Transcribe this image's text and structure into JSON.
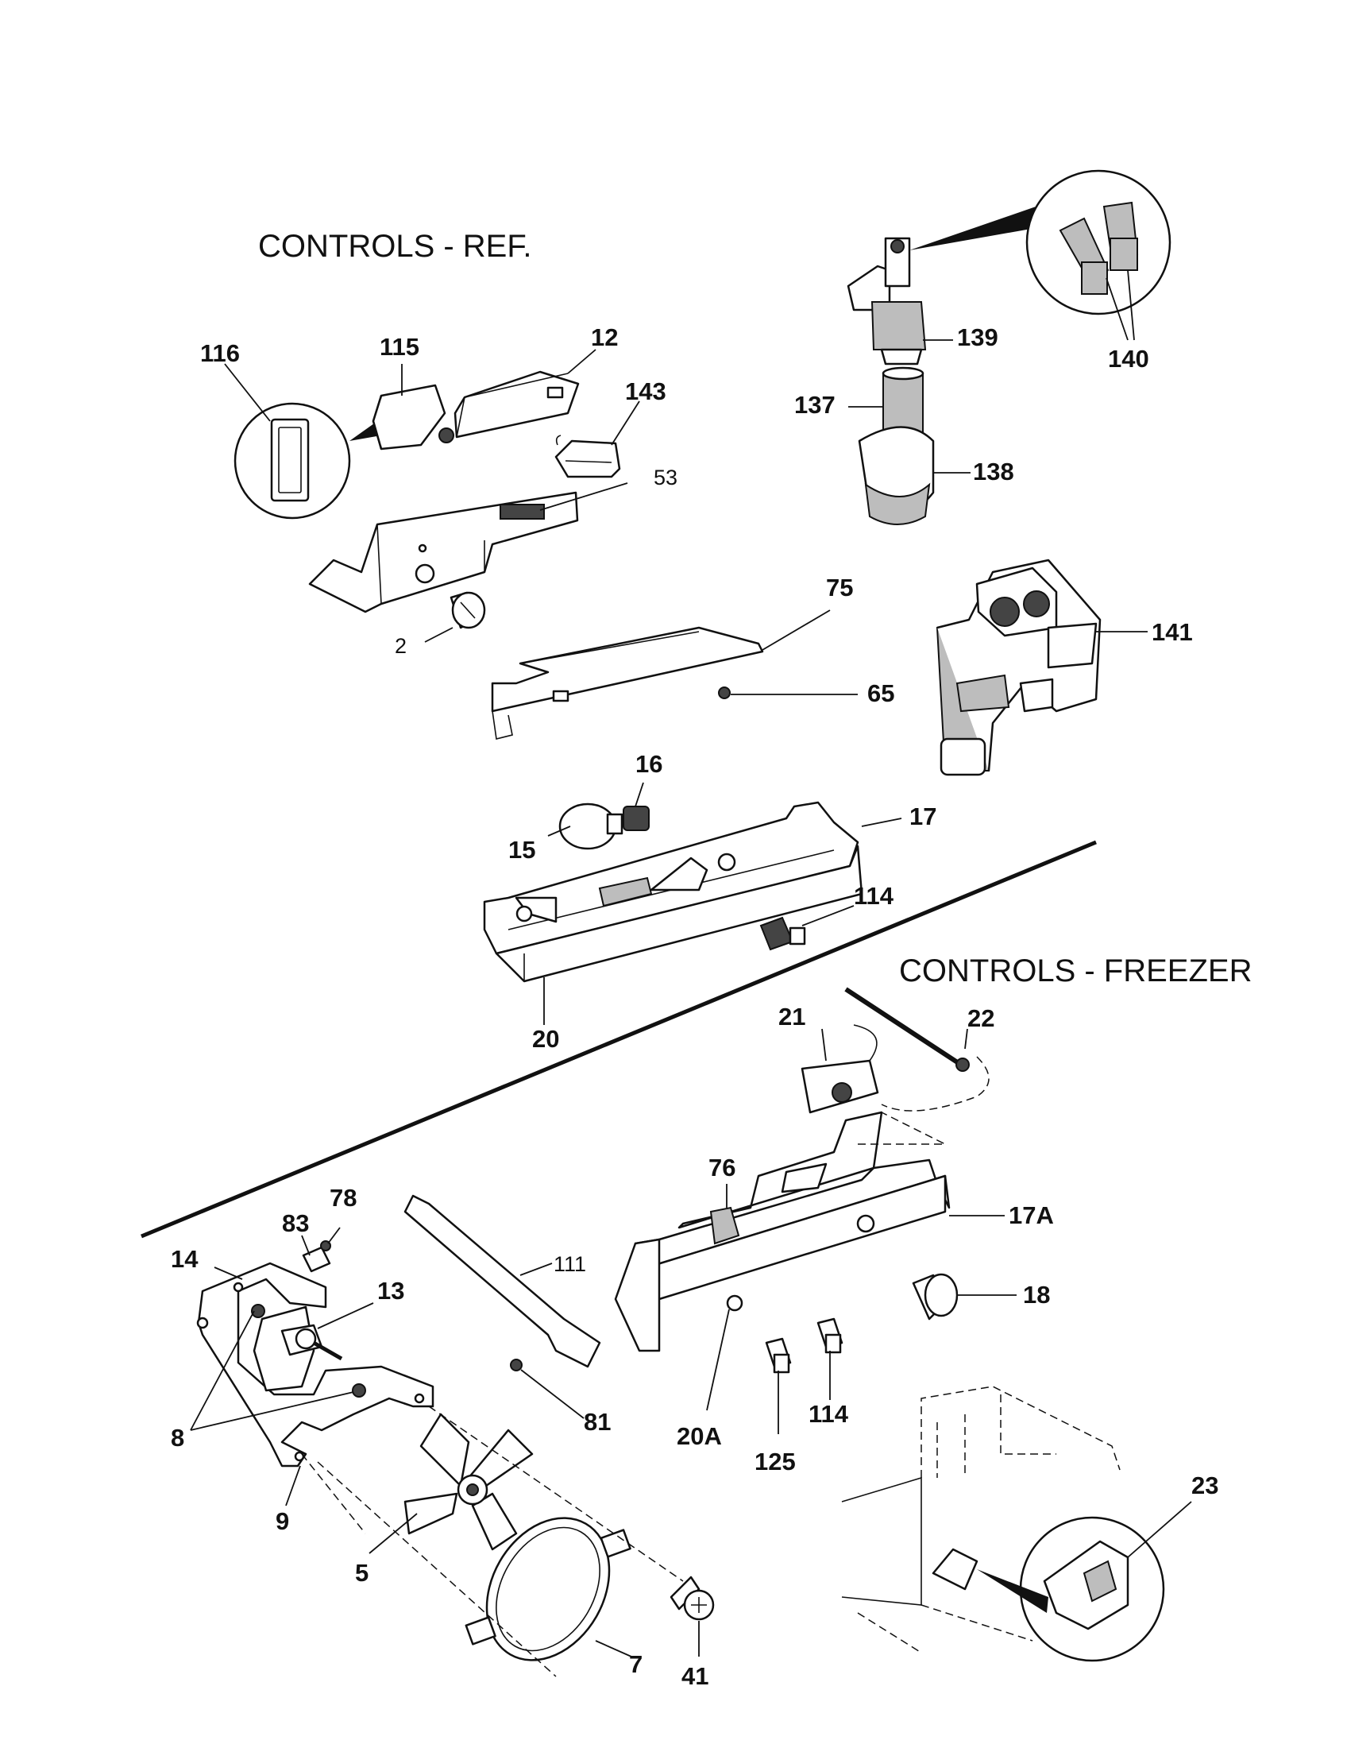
{
  "sections": {
    "ref_title": "CONTROLS - REF.",
    "freezer_title": "CONTROLS - FREEZER"
  },
  "callouts": {
    "c116": "116",
    "c115": "115",
    "c12": "12",
    "c143": "143",
    "c53": "53",
    "c2": "2",
    "c75": "75",
    "c65": "65",
    "c139": "139",
    "c140": "140",
    "c137": "137",
    "c138": "138",
    "c141": "141",
    "c16": "16",
    "c17": "17",
    "c15": "15",
    "c114a": "114",
    "c20": "20",
    "c21": "21",
    "c22": "22",
    "c76": "76",
    "c17A": "17A",
    "c83": "83",
    "c78": "78",
    "c14": "14",
    "c13": "13",
    "c111": "111",
    "c18": "18",
    "c81": "81",
    "c8": "8",
    "c20A": "20A",
    "c114b": "114",
    "c125": "125",
    "c9": "9",
    "c5": "5",
    "c23": "23",
    "c7": "7",
    "c41": "41"
  }
}
